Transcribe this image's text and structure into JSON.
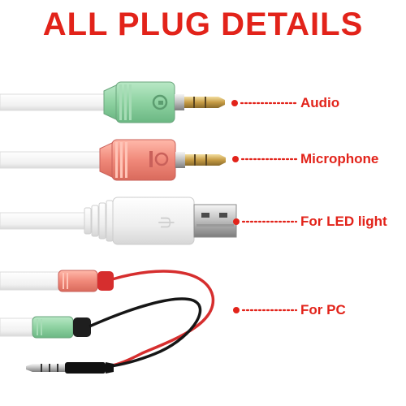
{
  "title": "ALL PLUG DETAILS",
  "labels": {
    "audio": "Audio",
    "microphone": "Microphone",
    "led": "For LED light",
    "pc": "For PC"
  },
  "colors": {
    "accent": "#e2231a",
    "audio_plug": "#8fd3a3",
    "mic_plug": "#f08a78",
    "usb_plug": "#f2f2f2",
    "metal": "#c9a45a"
  }
}
